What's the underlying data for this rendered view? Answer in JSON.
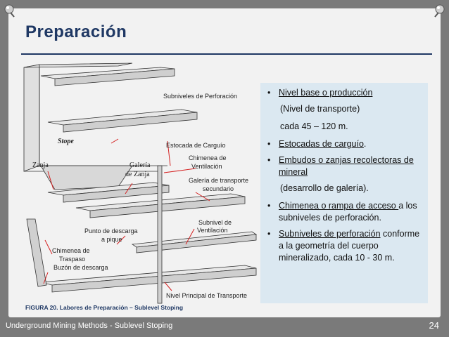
{
  "slide": {
    "title": "Preparación",
    "caption": "FIGURA 20. Labores de Preparación – Sublevel Stoping",
    "footer": "Underground Mining Methods - Sublevel Stoping",
    "page_number": "24"
  },
  "diagram": {
    "labels": {
      "subniveles_perforacion": "Subniveles de Perforación",
      "stope": "Stope",
      "estocada": "Estocada de Carguío",
      "zanja": "Zanja",
      "galeria_zanja_1": "Galería",
      "galeria_zanja_2": "de Zanja",
      "chimenea_vent_1": "Chimenea de",
      "chimenea_vent_2": "Ventilación",
      "galeria_transp_1": "Galería de transporte",
      "galeria_transp_2": "secundario",
      "subnivel_vent_1": "Subnivel de",
      "subnivel_vent_2": "Ventilación",
      "punto_descarga_1": "Punto de descarga",
      "punto_descarga_2": "a pique",
      "chimenea_traspaso_1": "Chimenea de",
      "chimenea_traspaso_2": "Traspaso",
      "buzon": "Buzón de descarga",
      "nivel_principal": "Nivel Principal de Transporte"
    }
  },
  "panel": {
    "items": [
      {
        "bullet": "•",
        "text": "Nivel base o producción",
        "sub": [
          "(Nivel de transporte)",
          "cada 45 – 120 m."
        ]
      },
      {
        "bullet": "•",
        "text": "Estocadas de carguío",
        "suffix": "."
      },
      {
        "bullet": "•",
        "text": "Embudos o zanjas recolectoras de mineral",
        "sub": [
          "(desarrollo de galería)."
        ]
      },
      {
        "bullet": "•",
        "text": "Chimenea o rampa de acceso ",
        "suffix": "a los subniveles de perforación."
      },
      {
        "bullet": "•",
        "text": "Subniveles de perforación",
        "suffix": " conforme a la geometría del cuerpo mineralizado, cada 10 - 30 m."
      }
    ]
  },
  "colors": {
    "title": "#1f3864",
    "panel_bg": "#dbe8f1",
    "frame": "#7a7a7a",
    "arrow": "#d42020"
  }
}
